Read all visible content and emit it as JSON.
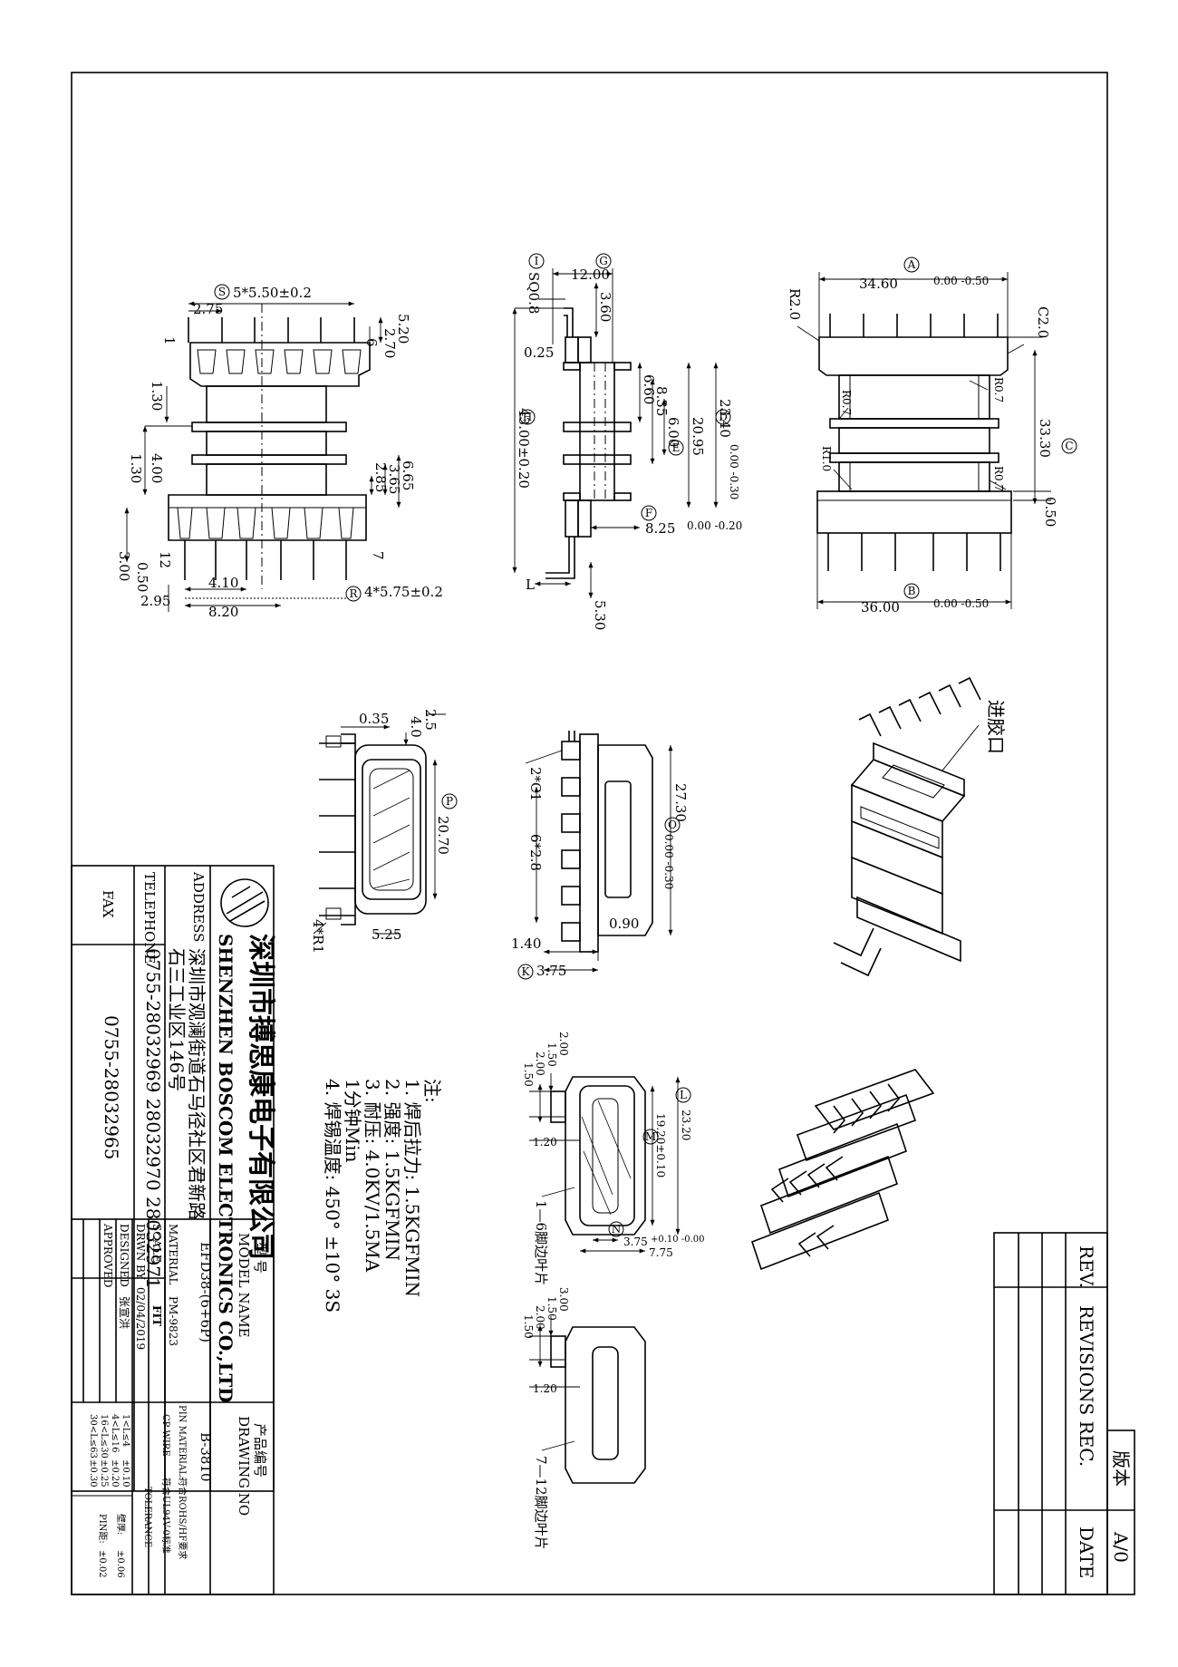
{
  "front_view": {
    "dims": {
      "pin_pitch_top": "5*5.50±0.2",
      "offset_275": "2.75",
      "h_520": "5.20",
      "h_270": "2.70",
      "pin1": "1",
      "pin6": "6",
      "h_130a": "1.30",
      "h_400": "4.00",
      "h_130b": "1.30",
      "h_665": "6.65",
      "h_365": "3.65",
      "h_285": "2.85",
      "pin12": "12",
      "pin7": "7",
      "h_300": "3.00",
      "h_050": "0.50",
      "w_410": "4.10",
      "w_820": "8.20",
      "w_295": "2.95",
      "pin_pitch_bot": "4*5.75±0.2"
    },
    "balloons": {
      "a": "S",
      "b": "R"
    }
  },
  "side_view": {
    "dims": {
      "sq": "SQ0.8",
      "w_1200": "12.00",
      "w_360": "3.60",
      "w_025": "0.25",
      "h_660": "6.60",
      "h_835": "8.35",
      "h_600": "6.00",
      "h_2095": "20.95",
      "h_2340": "23.40",
      "h_2340_tol": "0.00 -0.30",
      "h_4300": "43.00±0.20",
      "h_825": "8.25",
      "h_825_tol": "0.00 -0.20",
      "l_label": "L",
      "h_530": "5.30"
    },
    "balloons": {
      "a": "I",
      "b": "G",
      "c": "D",
      "d": "H",
      "e": "E",
      "f": "F"
    }
  },
  "right_view": {
    "dims": {
      "w_3460": "34.60",
      "w_3460_tol": "0.00 -0.50",
      "r20": "R2.0",
      "c20": "C2.0",
      "r07a": "R0.7",
      "r07b": "R0.7",
      "r07c": "R0.7",
      "r10": "R1.0",
      "h_3330": "33.30",
      "h_050": "0.50",
      "w_3600": "36.00",
      "w_3600_tol": "0.00 -0.50"
    },
    "balloons": {
      "a": "A",
      "b": "B",
      "c": "C"
    }
  },
  "top_view_left": {
    "dims": {
      "d_035": "0.35",
      "d_25": "2.5",
      "d_40": "4.0",
      "d_2070": "20.70",
      "d_525": "5.25",
      "d_4r1": "4*R1"
    },
    "balloons": {
      "a": "P"
    }
  },
  "top_view_mid": {
    "dims": {
      "d_2c1": "2*C1",
      "d_6x28": "6*2.8",
      "d_2730": "27.30",
      "d_2730_tol": "0.00 -0.30",
      "d_140": "1.40",
      "d_090": "0.90",
      "d_375": "3.75"
    },
    "balloons": {
      "a": "O",
      "b": "K"
    }
  },
  "iso_label": "进胶口",
  "section_a": {
    "dims": {
      "d_200": "2.00",
      "d_150a": "1.50",
      "d_200b": "2.00",
      "d_150b": "1.50",
      "d_120": "1.20",
      "d_1920": "19.20±0.10",
      "d_2320": "23.20",
      "d_375": "3.75",
      "d_375_tol": "+0.10 -0.00",
      "d_775": "7.75"
    },
    "balloons": {
      "a": "M",
      "b": "L",
      "c": "N"
    },
    "label": "1—6脚边叶片"
  },
  "section_b": {
    "dims": {
      "d_300": "3.00",
      "d_150a": "1.50",
      "d_200": "2.00",
      "d_150b": "1.50",
      "d_120": "1.20"
    },
    "label": "7—12脚边叶片"
  },
  "notes": {
    "heading": "注:",
    "items": [
      "1. 焊后拉力: 1.5KGFMIN",
      "2. 强度: 1.5KGFMIN",
      "3. 耐压: 4.0KV/1.5MA",
      "   1分钟Min",
      "4. 焊锡温度: 450° ±10° 3S"
    ]
  },
  "company": {
    "name_cn": "深圳市搏思康电子有限公司",
    "name_en": "SHENZHEN BOSCOM ELECTRONICS CO.,LTD",
    "address_label": "ADDRESS",
    "address_line1": "深圳市观澜街道石马径社区君新路",
    "address_line2": "石三工业区146号",
    "telephone_label": "TELEPHONE",
    "telephone": "0755-28032969 28032970 28032971",
    "fax_label": "FAX",
    "fax": "0755-28032965"
  },
  "title_block": {
    "model_cn": "型 号",
    "model_label": "MODEL NAME",
    "model_value": "EFD38-(6+6P)",
    "drawing_no_cn": "产品编号",
    "drawing_no_label": "DRAWING NO",
    "drawing_no_value": "B-3810",
    "material_label": "MATERIAL",
    "material_value": "PM-9823",
    "scale_label": "SCALE",
    "scale_value": "FIT",
    "drawn_label": "DRWN BY",
    "drawn_value": "02/04/2019",
    "designed_label": "DESIGNED",
    "designed_value": "张宣洪",
    "approved_label": "APPROVED",
    "pin_material_label": "PIN MATERIAL:",
    "pin_material_value": "符合ROHS/HF要求",
    "cp_wire_label": "CP WIRE",
    "cp_wire_value": "符合UL94V-0标准",
    "tolerance_label": "TOLERANCE",
    "tol_rows": [
      [
        "1<L≤4",
        "±0.10"
      ],
      [
        "4<L≤16",
        "±0.20"
      ],
      [
        "16<L≤30",
        "±0.25"
      ],
      [
        "30<L≤63",
        "±0.30"
      ]
    ],
    "tol_extra": [
      [
        "壁厚:",
        "±0.06"
      ],
      [
        "PIN距:",
        "±0.02"
      ]
    ]
  },
  "revision": {
    "rev_label": "REV.",
    "revisions_label": "REVISIONS REC.",
    "date_label": "DATE",
    "version_cn": "版本",
    "version_value": "A/0"
  }
}
